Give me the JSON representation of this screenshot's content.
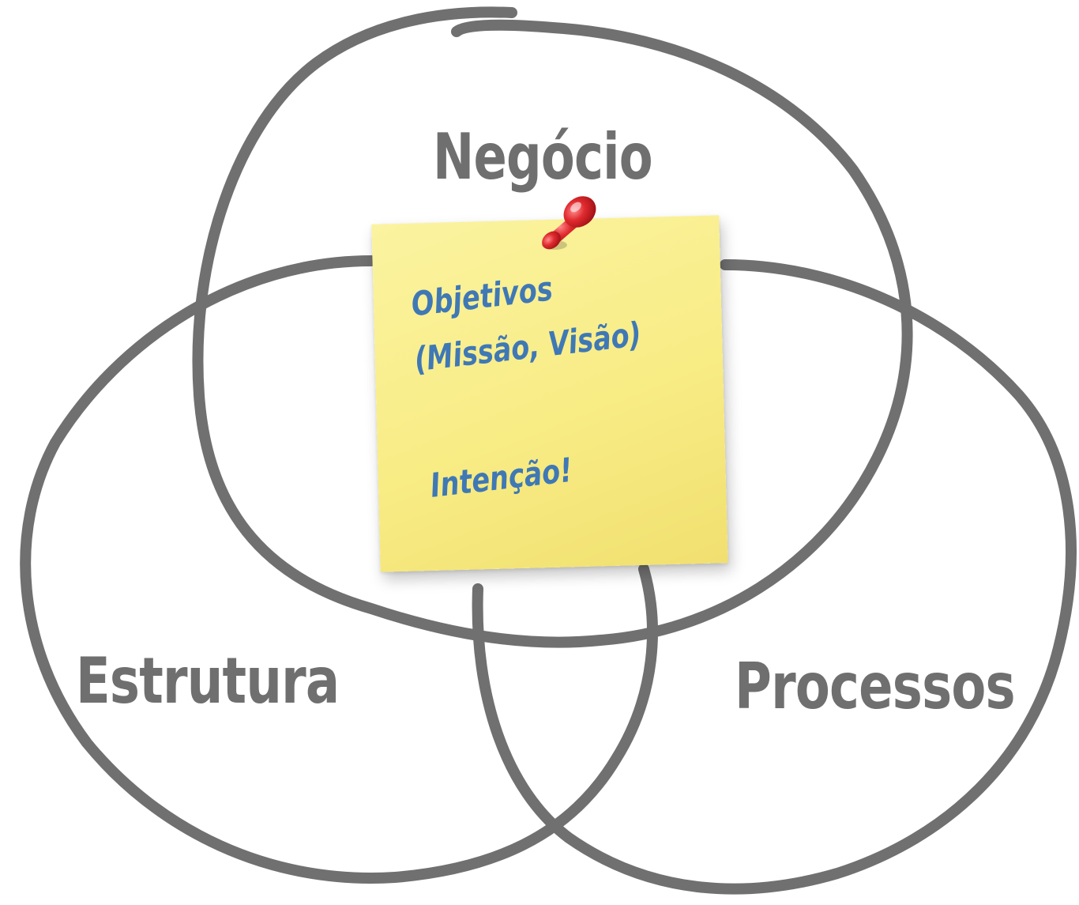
{
  "diagram": {
    "circles": [
      {
        "label": "Negócio"
      },
      {
        "label": "Estrutura"
      },
      {
        "label": "Processos"
      }
    ],
    "stroke_color": "#707070",
    "label_color": "#6f6f6f"
  },
  "sticky_note": {
    "lines": [
      "Objetivos",
      "(Missão, Visão)",
      "Intenção!"
    ],
    "note_color": "#f8ec85",
    "text_color": "#3f78b5",
    "pin_color": "#d8232a"
  }
}
